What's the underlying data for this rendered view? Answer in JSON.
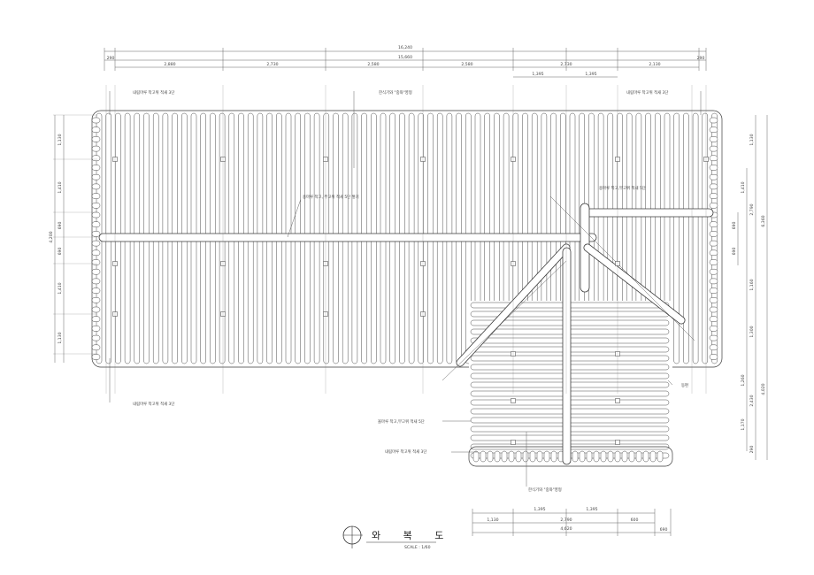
{
  "drawing": {
    "title": "와 복 도",
    "scale": "SCALE : 1/60"
  },
  "dimensions": {
    "top": {
      "overall": "16,240",
      "inner": "15,660",
      "overhang_left": "290",
      "overhang_right": "290",
      "bays": [
        "2,880",
        "2,730",
        "2,580",
        "2,580",
        "2,730",
        "2,130"
      ],
      "sub_bays": [
        "1,395",
        "1,395"
      ]
    },
    "left": {
      "total": "4,200",
      "bays": [
        "1,130",
        "1,410",
        "690",
        "690",
        "1,410",
        "1,130"
      ]
    },
    "right": {
      "total": "6,360",
      "bays": [
        "1,130",
        "1,410",
        "690",
        "690",
        "1,160",
        "1,300",
        "1,260",
        "1,170",
        "290"
      ],
      "group_a": "2,790",
      "group_b": "4,020",
      "group_c": "2,430"
    },
    "bottom": {
      "row1": [
        "1,395",
        "1,395"
      ],
      "row2": [
        "1,130",
        "2,790",
        "600"
      ],
      "row3_total": "4,620",
      "row3_right": "690"
    }
  },
  "notes": {
    "naerim_top_left": "내림마루 착고위 적새 3단",
    "tile_top": "한식기와 \"중와\"영형",
    "naerim_top_right": "내림마루 착고위 적새 3단",
    "yongmaru": "용마루 착고, 부고위 적새 5단 쌓기",
    "ridge_right": "용마루 착고,부고위 적새 5단",
    "naerim_bottom_left": "내림마루 착고위 적새 3단",
    "east": "동편",
    "ollim_bottom": "올마루 착고,부고위 적새 5단",
    "naerim_bottom": "내림마루 착고위 적새 3단",
    "tile_bottom": "한식기와 \"중와\"영형"
  }
}
